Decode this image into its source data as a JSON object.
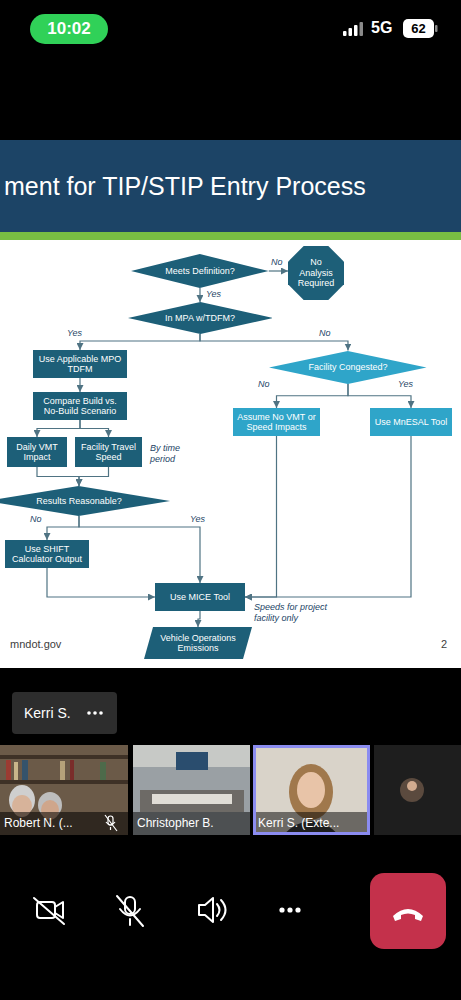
{
  "diagram": {
    "title": "ment for TIP/STIP Entry Process",
    "nodes": [
      {
        "text": [
          "Meets Definition?"
        ]
      },
      {
        "text": [
          "No Analysis Required"
        ]
      },
      {
        "text": [
          "In MPA w/TDFM?"
        ]
      },
      {
        "text": [
          "Use Applicable MPO TDFM"
        ]
      },
      {
        "text": [
          "Compare Build vs. No-Build Scenario"
        ]
      },
      {
        "text": [
          "Daily VMT Impact"
        ]
      },
      {
        "text": [
          "Facility Travel Speed"
        ]
      },
      {
        "text": [
          "Results Reasonable?"
        ]
      },
      {
        "text": [
          "Use SHIFT Calculator Output"
        ]
      },
      {
        "text": [
          "Facility Congested?"
        ]
      },
      {
        "text": [
          "Assume No VMT or Speed Impacts"
        ]
      },
      {
        "text": [
          "Use MnESAL Tool"
        ]
      },
      {
        "text": [
          "Use MICE Tool"
        ]
      },
      {
        "text": [
          "Vehicle Operations Emissions"
        ]
      }
    ],
    "edges": [
      {
        "from": 0,
        "to": 1,
        "label": "No",
        "arrow": "to"
      },
      {
        "from": 0,
        "to": 2,
        "label": "Yes",
        "arrow": "to"
      },
      {
        "from": 2,
        "to": 3,
        "label": "Yes",
        "arrow": "to"
      },
      {
        "from": 2,
        "to": 9,
        "label": "No",
        "arrow": "to"
      },
      {
        "from": 3,
        "to": 4,
        "arrow": "to"
      },
      {
        "from": 4,
        "to": 5,
        "arrow": "to"
      },
      {
        "from": 4,
        "to": 6,
        "arrow": "to"
      },
      {
        "from": 5,
        "to": 7,
        "arrow": "to"
      },
      {
        "from": 6,
        "to": 7,
        "arrow": "to"
      },
      {
        "from": 7,
        "to": 8,
        "label": "No",
        "arrow": "to"
      },
      {
        "from": 7,
        "to": 12,
        "label": "Yes",
        "arrow": "to"
      },
      {
        "from": 8,
        "to": 12,
        "arrow": "to"
      },
      {
        "from": 9,
        "to": 10,
        "label": "No",
        "arrow": "to"
      },
      {
        "from": 9,
        "to": 11,
        "label": "Yes",
        "arrow": "to"
      },
      {
        "from": 10,
        "to": 12,
        "arrow": "to"
      },
      {
        "from": 11,
        "to": 12,
        "arrow": "to"
      },
      {
        "from": 12,
        "to": 13,
        "arrow": "to"
      }
    ],
    "labels": [
      "10:02",
      "5G",
      "62",
      "By time period",
      "Speeds for project facility only",
      "mndot.gov",
      "2",
      "Kerri S.",
      "Robert N. (...",
      "Christopher B.",
      "Kerri S. (Exte..."
    ]
  }
}
